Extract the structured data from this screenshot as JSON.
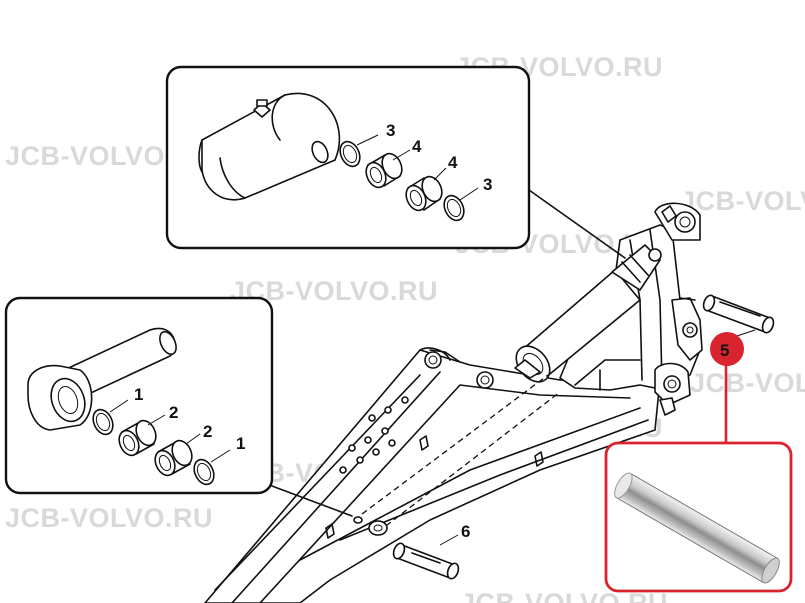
{
  "watermark_text": "JCB-VOLVO.RU",
  "callouts": {
    "top_inset": {
      "seal_left": "3",
      "bush_left": "4",
      "bush_right": "4",
      "seal_right": "3"
    },
    "left_inset": {
      "seal_top": "1",
      "bush_top": "2",
      "bush_bottom": "2",
      "seal_bottom": "1"
    },
    "highlighted_part": "5",
    "pin_bottom": "6"
  },
  "colors": {
    "highlight_red": "#d9232e",
    "watermark_gray": "#d9d9d9",
    "line": "#111111"
  }
}
